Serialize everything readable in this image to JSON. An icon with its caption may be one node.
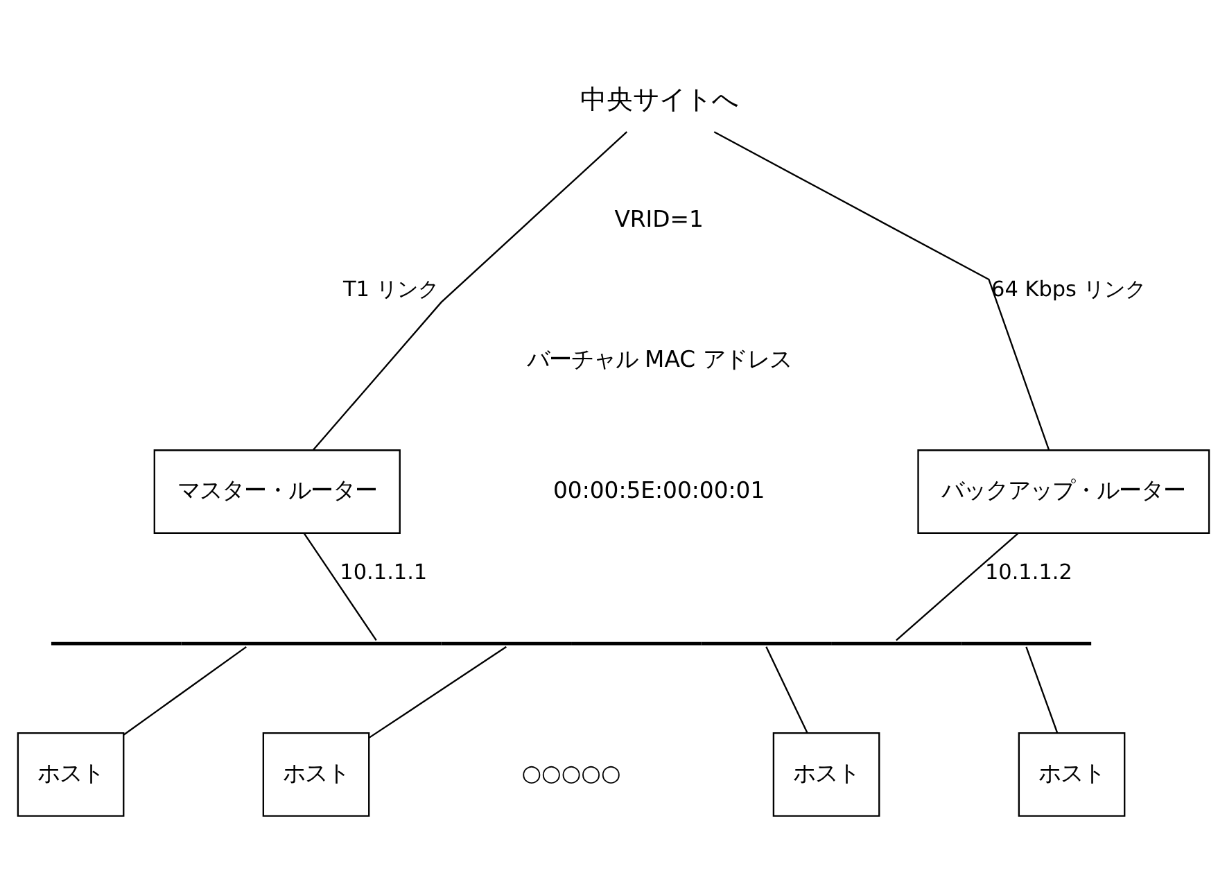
{
  "diagram": {
    "nodes": [
      {
        "text": [
          "中央サイトへ"
        ]
      },
      {
        "text": [
          "マスター・ルーター"
        ]
      },
      {
        "text": [
          "バックアップ・ルーター"
        ]
      },
      {
        "text": [],
        "shape": "bar"
      },
      {
        "text": [
          "ホスト"
        ]
      },
      {
        "text": [
          "ホスト"
        ]
      },
      {
        "text": [
          "ホスト"
        ]
      },
      {
        "text": [
          "ホスト"
        ]
      }
    ],
    "edges": [
      {
        "from": 0,
        "to": 1,
        "arrow": "none",
        "label": "T1 リンク"
      },
      {
        "from": 0,
        "to": 2,
        "arrow": "none",
        "label": "64 Kbps リンク"
      },
      {
        "from": 1,
        "to": 3,
        "arrow": "none",
        "label": "10.1.1.1"
      },
      {
        "from": 2,
        "to": 3,
        "arrow": "none",
        "label": "10.1.1.2"
      },
      {
        "from": 3,
        "to": 4,
        "arrow": "none"
      },
      {
        "from": 3,
        "to": 5,
        "arrow": "none"
      },
      {
        "from": 3,
        "to": 6,
        "arrow": "none"
      },
      {
        "from": 3,
        "to": 7,
        "arrow": "none"
      }
    ],
    "labels": [
      "VRID=1",
      "バーチャル MAC アドレス",
      "00:00:5E:00:00:01",
      "○○○○○"
    ]
  }
}
